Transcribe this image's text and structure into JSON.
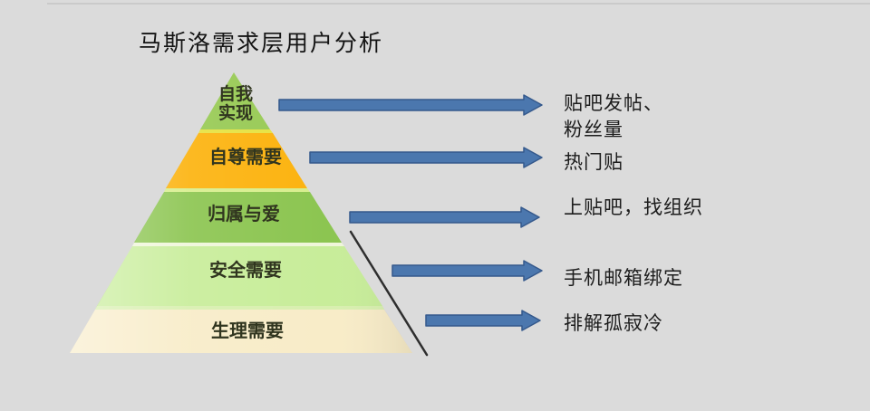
{
  "title": "马斯洛需求层用户分析",
  "colors": {
    "background": "#dbdbdb",
    "arrow_fill": "#4b77ae",
    "arrow_border": "#35598c",
    "right_edge_line": "#2e2e2e",
    "label_text": "#30351f",
    "annotation_text": "#1d1d1d"
  },
  "pyramid": {
    "levels": [
      {
        "id": "self-actualization",
        "label": "自我\n实现",
        "color": "#98ca55",
        "annotation": "贴吧发帖、\n粉丝量"
      },
      {
        "id": "esteem",
        "label": "自尊需要",
        "color": "#fcb30f",
        "annotation": "热门贴"
      },
      {
        "id": "belonging-love",
        "label": "归属与爱",
        "color": "#8cc551",
        "annotation": "上贴吧，找组织"
      },
      {
        "id": "safety",
        "label": "安全需要",
        "color": "#c8ed9a",
        "annotation": "手机邮箱绑定"
      },
      {
        "id": "physiological",
        "label": "生理需要",
        "color": "#f8ecc8",
        "annotation": "排解孤寂冷"
      }
    ],
    "separators": [
      "#e6e242",
      "#d8ee8e",
      "#eff6da",
      "#d8efaf"
    ]
  }
}
